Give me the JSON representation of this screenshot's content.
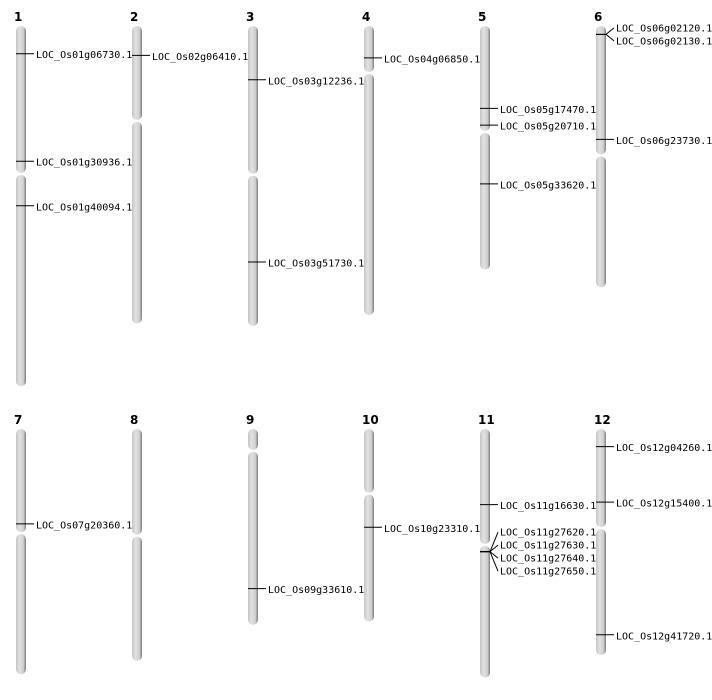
{
  "title": "Chromosome distribution of LOC_Os genes",
  "units": "Mb",
  "colors": {
    "chromosome_light": "#e2e2e2",
    "chromosome_mid": "#cfcfcf",
    "chromosome_edge": "#7a7a7a",
    "marker": "#000000"
  },
  "chromosomes": [
    {
      "name": "1",
      "length": 42.9,
      "centromere": 17.6,
      "genes": [
        {
          "id": "LOC_Os01g06730.1",
          "pos": 3.3
        },
        {
          "id": "LOC_Os01g30936.1",
          "pos": 16.1
        },
        {
          "id": "LOC_Os01g40094.1",
          "pos": 21.4
        }
      ]
    },
    {
      "name": "2",
      "length": 35.4,
      "centromere": 11.3,
      "genes": [
        {
          "id": "LOC_Os02g06410.1",
          "pos": 3.5
        }
      ]
    },
    {
      "name": "3",
      "length": 35.7,
      "centromere": 17.7,
      "genes": [
        {
          "id": "LOC_Os03g12236.1",
          "pos": 6.4
        },
        {
          "id": "LOC_Os03g51730.1",
          "pos": 28.1
        }
      ]
    },
    {
      "name": "4",
      "length": 34.4,
      "centromere": 5.6,
      "genes": [
        {
          "id": "LOC_Os04g06850.1",
          "pos": 3.8
        }
      ]
    },
    {
      "name": "5",
      "length": 29.0,
      "centromere": 12.6,
      "genes": [
        {
          "id": "LOC_Os05g17470.1",
          "pos": 9.8
        },
        {
          "id": "LOC_Os05g20710.1",
          "pos": 11.8
        },
        {
          "id": "LOC_Os05g33620.1",
          "pos": 18.8
        }
      ]
    },
    {
      "name": "6",
      "length": 31.1,
      "centromere": 15.4,
      "genes": [
        {
          "id": "LOC_Os06g02120.1",
          "pos": 1.0
        },
        {
          "id": "LOC_Os06g02130.1",
          "pos": 1.0
        },
        {
          "id": "LOC_Os06g23730.1",
          "pos": 13.5
        }
      ]
    },
    {
      "name": "7",
      "length": 29.2,
      "centromere": 12.4,
      "genes": [
        {
          "id": "LOC_Os07g20360.1",
          "pos": 11.3
        }
      ]
    },
    {
      "name": "8",
      "length": 27.6,
      "centromere": 12.7,
      "genes": []
    },
    {
      "name": "9",
      "length": 23.3,
      "centromere": 2.6,
      "genes": [
        {
          "id": "LOC_Os09g33610.1",
          "pos": 19.0
        }
      ]
    },
    {
      "name": "10",
      "length": 22.9,
      "centromere": 7.7,
      "genes": [
        {
          "id": "LOC_Os10g23310.1",
          "pos": 11.7
        }
      ]
    },
    {
      "name": "11",
      "length": 29.6,
      "centromere": 13.8,
      "genes": [
        {
          "id": "LOC_Os11g16630.1",
          "pos": 9.0
        },
        {
          "id": "LOC_Os11g27620.1",
          "pos": 14.6
        },
        {
          "id": "LOC_Os11g27630.1",
          "pos": 14.6
        },
        {
          "id": "LOC_Os11g27640.1",
          "pos": 14.6
        },
        {
          "id": "LOC_Os11g27650.1",
          "pos": 14.6
        }
      ]
    },
    {
      "name": "12",
      "length": 26.9,
      "centromere": 11.8,
      "genes": [
        {
          "id": "LOC_Os12g04260.1",
          "pos": 2.1
        },
        {
          "id": "LOC_Os12g15400.1",
          "pos": 8.7
        },
        {
          "id": "LOC_Os12g41720.1",
          "pos": 24.5
        }
      ]
    }
  ]
}
